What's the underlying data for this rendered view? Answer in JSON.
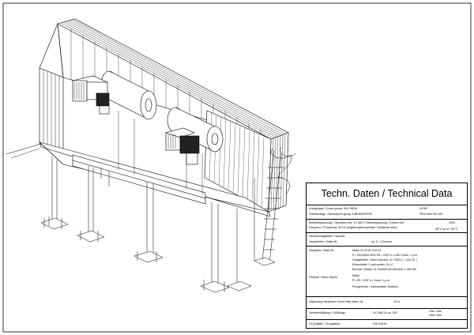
{
  "title": "Techn. Daten / Technical Data",
  "crane_group": {
    "label": "Krangruppe / Crane group: DIN 15018",
    "value": "H3 B3"
  },
  "mech_group": {
    "label": "Triebwerksgr. / Mechanism group: DIN15020/FEM",
    "value": "FEM 1Bm ISO M3"
  },
  "operation": {
    "label": "Betriebsspannung / Operation volt: 3 x 400  V   Steuerspannung / Control volt:",
    "value": "230V"
  },
  "frequency": {
    "label": "Frequenz / Frequency:    50   Hz  Umgebungstemperatur / Ambiente temp.:",
    "value": "-30°C up to +40°C"
  },
  "speeds_title": "Geschwindigkeiten / Speeds:",
  "main_lift": {
    "label": "Hauptheben / Main lift:",
    "value": "ca. 0 - 3,2m/min"
  },
  "hoist_main": {
    "label": "Hauptheb / Main lift:",
    "motor": "Motor      2x K21R 315 S4",
    "power": "P=        130,00kW     60% ED / CDF     n=  1.487   1/min / r.p.m",
    "gearbox": "Hubgetriebe / Hoist Gearbox:   2x T450   ( i = 162,31 )",
    "limit": "Endschalter / Limit switch:      2x LC",
    "brake": "Bremse / Brake:        4x 315/800-60    Moment:   1.400  Nm"
  },
  "hoist_micro": {
    "label": "Feinhub / Micro Speed",
    "motor": "Motor",
    "power": "P=                          ED / CDF      n=              1/min / r.p.m",
    "gearbox": "Feingetriebe / Intermediate Gearbox:"
  },
  "lift_path": {
    "label": "Hakenweg Haupthub / Hook Path Main Lift:",
    "value": "10     m"
  },
  "oil": {
    "label": "Getriebeölfüllung / Oil fillings:",
    "value": "2x T450    2x ca.  130",
    "unit": "Liter / litre",
    "unit2": "Liter / litre"
  },
  "oil_quality": {
    "label": "Öl-Qualität / Oil qualities:",
    "value": "DIN 51519"
  }
}
